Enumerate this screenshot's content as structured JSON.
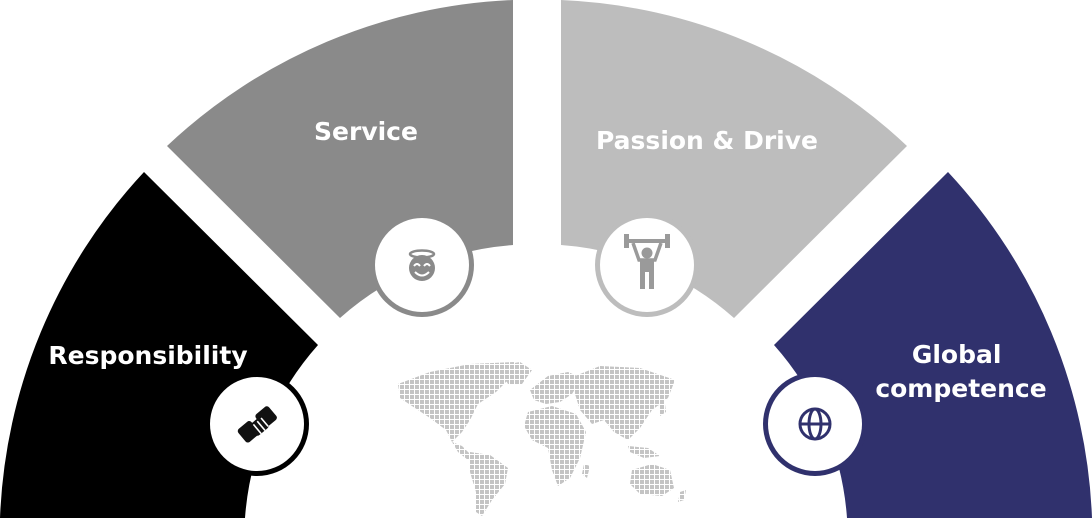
{
  "segments": [
    {
      "id": "responsibility",
      "label_lines": [
        "Responsibility"
      ],
      "color": "#000000",
      "icon": "handshake-icon"
    },
    {
      "id": "service",
      "label_lines": [
        "Service"
      ],
      "color": "#8a8a8a",
      "icon": "smiling-face-with-halo-icon"
    },
    {
      "id": "passion",
      "label_lines": [
        "Passion & Drive"
      ],
      "color": "#bdbdbd",
      "icon": "weightlifter-icon"
    },
    {
      "id": "global",
      "label_lines": [
        "Global",
        "competence"
      ],
      "color": "#30316d",
      "icon": "globe-icon"
    }
  ],
  "center": {
    "image": "world-map"
  }
}
